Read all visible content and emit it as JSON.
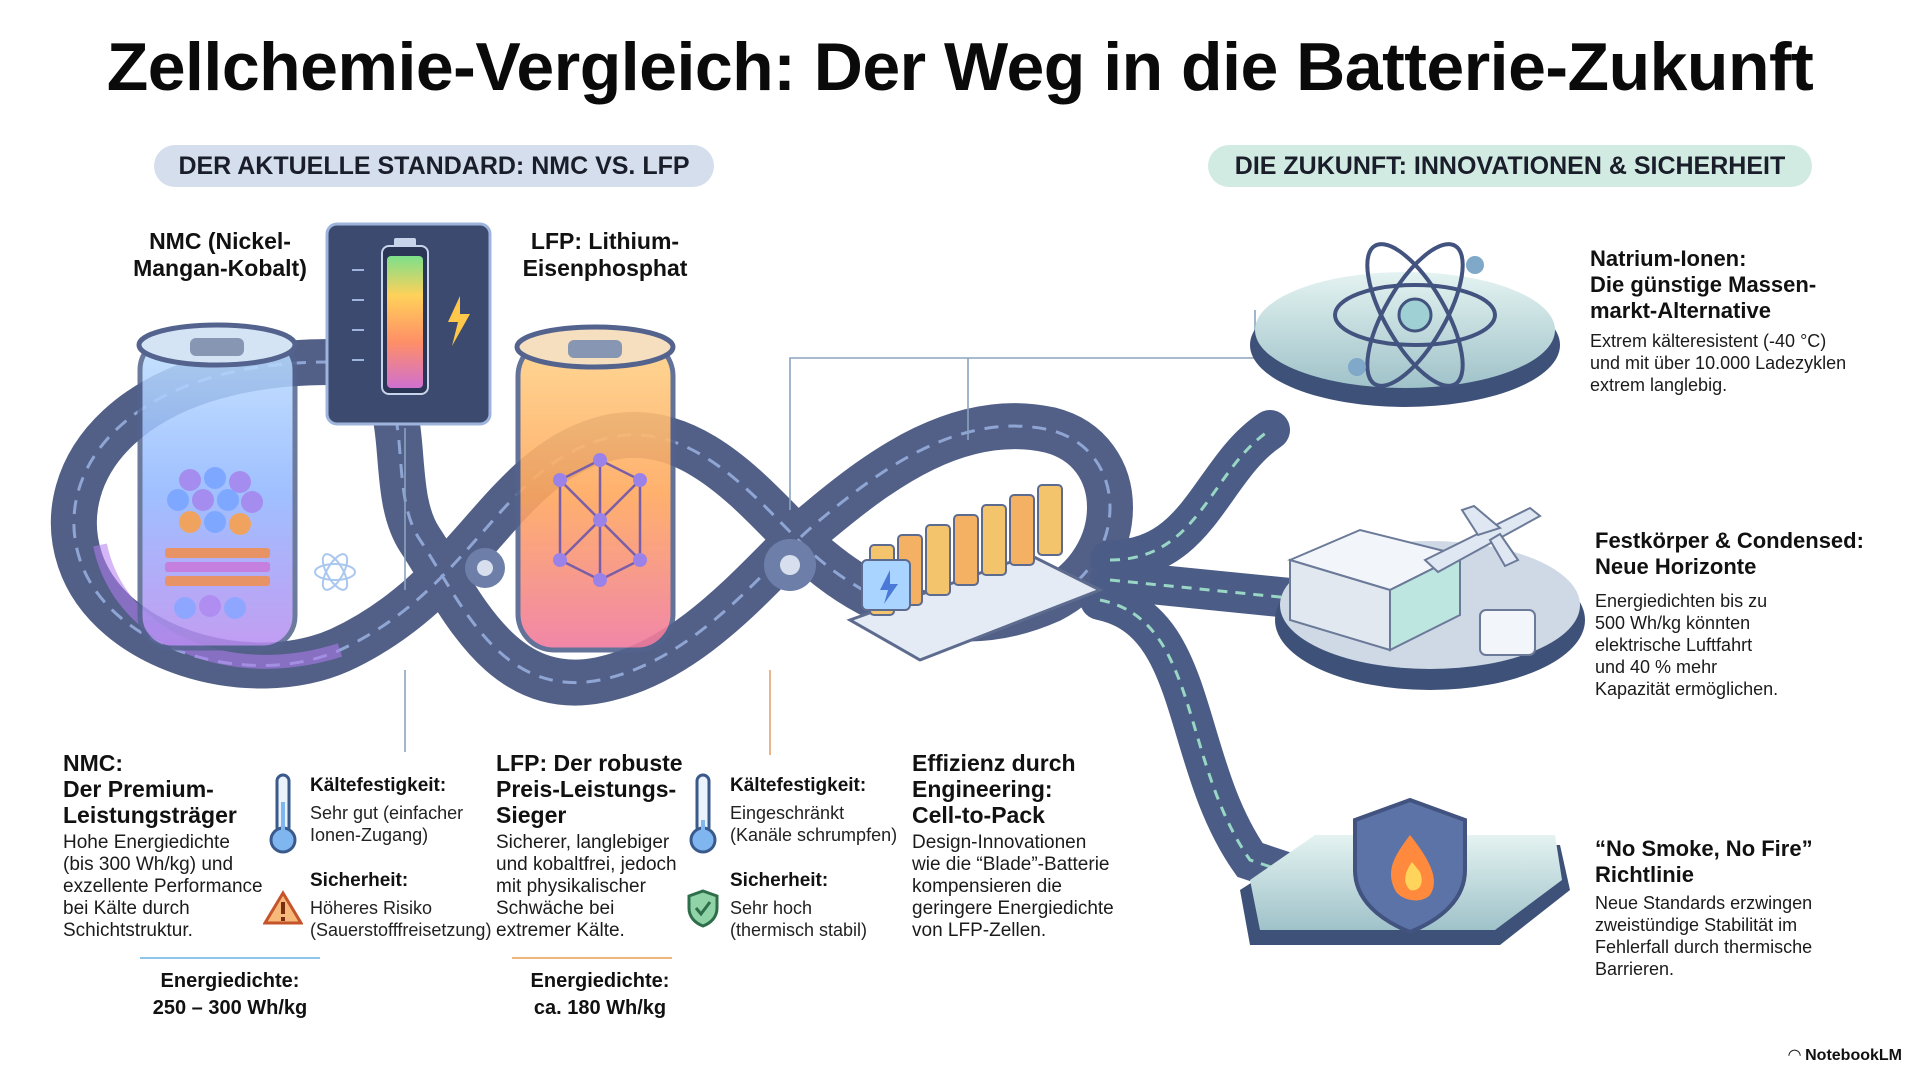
{
  "title": "Zellchemie-Vergleich: Der Weg in die Batterie-Zukunft",
  "sections": {
    "left": "DER AKTUELLE STANDARD: NMC VS. LFP",
    "right": "DIE ZUKUNFT: INNOVATIONEN & SICHERHEIT"
  },
  "cells": {
    "nmc_label_1": "NMC (Nickel-",
    "nmc_label_2": "Mangan-Kobalt)",
    "lfp_label_1": "LFP: Lithium-",
    "lfp_label_2": "Eisenphosphat"
  },
  "nmc": {
    "heading_1": "NMC:",
    "heading_2": "Der Premium-",
    "heading_3": "Leistungsträger",
    "desc": [
      "Hohe Energiedichte",
      "(bis 300 Wh/kg) und",
      "exzellente Performance",
      "bei Kälte durch",
      "Schichtstruktur."
    ],
    "cold_title": "Kältefestigkeit:",
    "cold_desc": [
      "Sehr gut (einfacher",
      "Ionen-Zugang)"
    ],
    "safety_title": "Sicherheit:",
    "safety_desc": [
      "Höheres Risiko",
      "(Sauerstofffreisetzung)"
    ],
    "energy_label": "Energiedichte:",
    "energy_value": "250 – 300 Wh/kg"
  },
  "lfp": {
    "heading_1": "LFP: Der robuste",
    "heading_2": "Preis-Leistungs-",
    "heading_3": "Sieger",
    "desc": [
      "Sicherer, langlebiger",
      "und kobaltfrei, jedoch",
      "mit physikalischer",
      "Schwäche bei",
      "extremer Kälte."
    ],
    "cold_title": "Kältefestigkeit:",
    "cold_desc": [
      "Eingeschränkt",
      "(Kanäle schrumpfen)"
    ],
    "safety_title": "Sicherheit:",
    "safety_desc": [
      "Sehr hoch",
      "(thermisch stabil)"
    ],
    "energy_label": "Energiedichte:",
    "energy_value": "ca. 180 Wh/kg"
  },
  "ctp": {
    "heading_1": "Effizienz durch",
    "heading_2": "Engineering:",
    "heading_3": "Cell-to-Pack",
    "desc": [
      "Design-Innovationen",
      "wie die “Blade”-Batterie",
      "kompensieren die",
      "geringere Energiedichte",
      "von LFP-Zellen."
    ]
  },
  "future": {
    "sodium": {
      "heading": [
        "Natrium-Ionen:",
        "Die günstige Massen-",
        "markt-Alternative"
      ],
      "desc": [
        "Extrem kälteresistent (-40 °C)",
        "und mit über 10.000 Ladezyklen",
        "extrem langlebig."
      ]
    },
    "solid": {
      "heading": [
        "Festkörper & Condensed:",
        "Neue Horizonte"
      ],
      "desc": [
        "Energiedichten bis zu",
        "500 Wh/kg könnten",
        "elektrische Luftfahrt",
        "und 40 % mehr",
        "Kapazität ermöglichen."
      ]
    },
    "nosmoke": {
      "heading": [
        "“No Smoke, No Fire”",
        "Richtlinie"
      ],
      "desc": [
        "Neue Standards erzwingen",
        "zweistündige Stabilität im",
        "Fehlerfall durch thermische",
        "Barrieren."
      ]
    }
  },
  "watermark": "NotebookLM",
  "colors": {
    "nmc_accent": "#6aa7d8",
    "lfp_accent": "#e9a36a",
    "path": "#3c4d78",
    "future_accent": "#7fc9a6"
  }
}
